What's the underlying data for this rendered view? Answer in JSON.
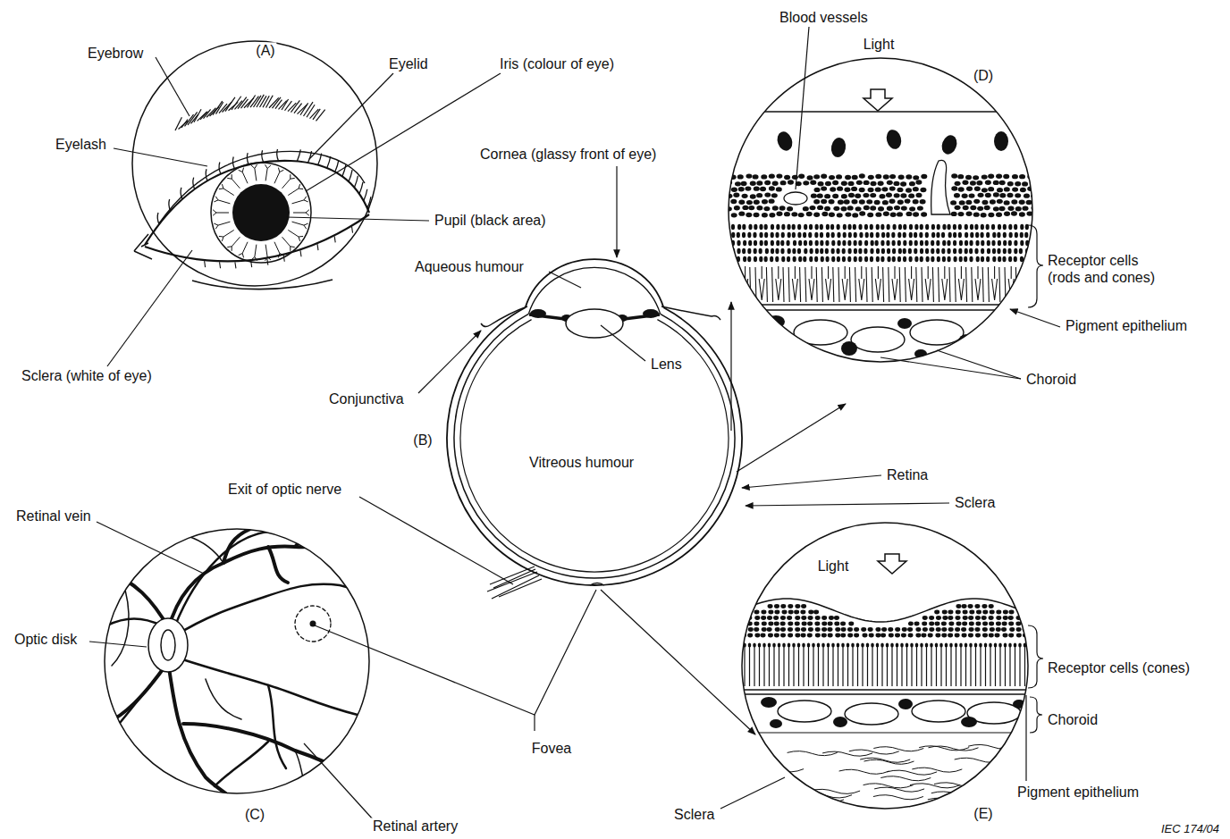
{
  "diagram": {
    "labels": [
      "Eyebrow",
      "(A)",
      "Eyelid",
      "Iris (colour of eye)",
      "Blood vessels",
      "Light",
      "(D)",
      "Eyelash",
      "Cornea (glassy front of eye)",
      "Pupil (black area)",
      "Receptor cells (rods and cones)",
      "Aqueous humour",
      "Pigment epithelium",
      "Lens",
      "Sclera (white of eye)",
      "Conjunctiva",
      "Choroid",
      "(B)",
      "Vitreous humour",
      "Retina",
      "Exit of optic nerve",
      "Sclera",
      "Retinal vein",
      "Light",
      "Optic disk",
      "Receptor cells (cones)",
      "Choroid",
      "Fovea",
      "Pigment epithelium",
      "(C)",
      "Sclera",
      "Retinal artery",
      "(E)",
      "IEC 174/04"
    ]
  }
}
